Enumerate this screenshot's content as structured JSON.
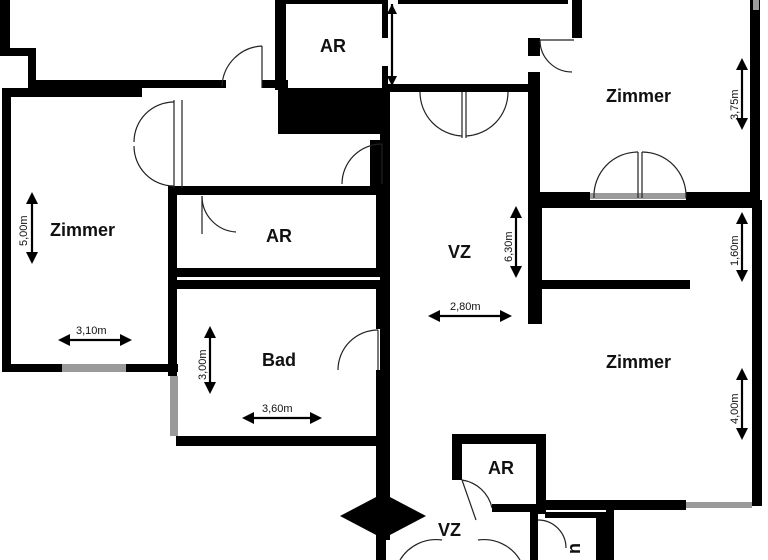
{
  "rooms": {
    "ar_top": "AR",
    "zimmer_top_right": "Zimmer",
    "zimmer_left": "Zimmer",
    "ar_middle": "AR",
    "vz_main": "VZ",
    "bad": "Bad",
    "zimmer_bottom_right": "Zimmer",
    "ar_bottom": "AR",
    "vz_bottom": "VZ",
    "partial_bottom": "n"
  },
  "dimensions": {
    "zimmer_top_right_height": "3,75m",
    "zimmer_left_height": "5,00m",
    "zimmer_left_width": "3,10m",
    "vz_height": "6,30m",
    "vz_width": "2,80m",
    "bad_height": "3,00m",
    "bad_width": "3,60m",
    "zimmer_bottom_right_upper": "1,60m",
    "zimmer_bottom_right_height": "4,00m"
  },
  "colors": {
    "wall": "#000000",
    "window": "#9a9a9a",
    "background": "#ffffff"
  }
}
